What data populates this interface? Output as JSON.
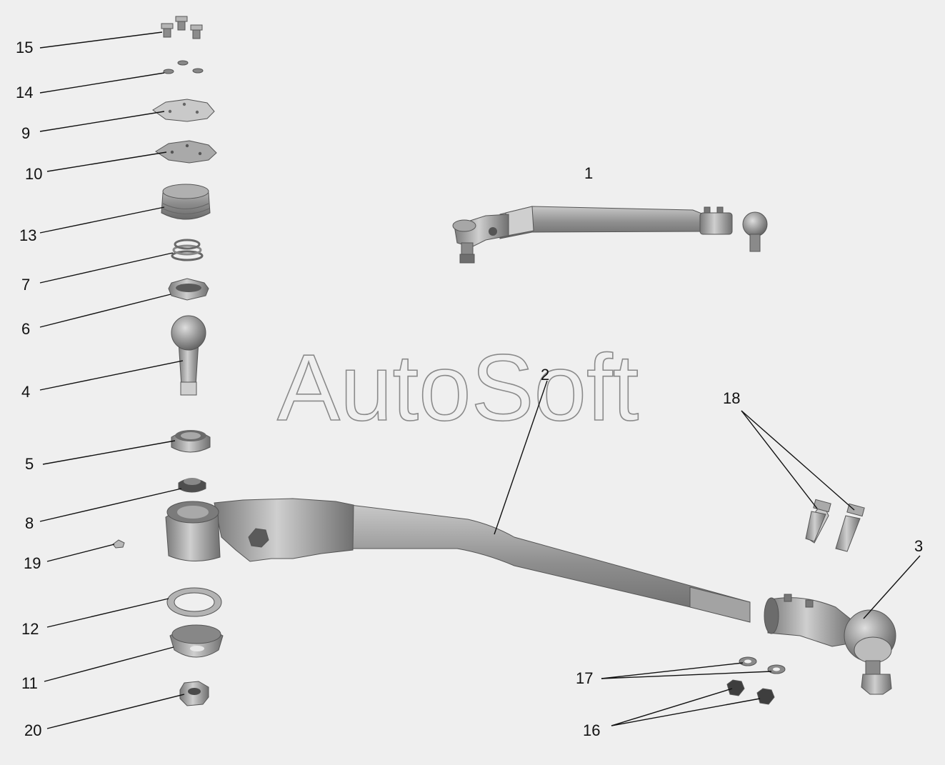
{
  "watermark": "AutoSoft",
  "callouts": [
    {
      "id": "c15",
      "number": "15"
    },
    {
      "id": "c14",
      "number": "14"
    },
    {
      "id": "c9",
      "number": "9"
    },
    {
      "id": "c10",
      "number": "10"
    },
    {
      "id": "c13",
      "number": "13"
    },
    {
      "id": "c7",
      "number": "7"
    },
    {
      "id": "c6",
      "number": "6"
    },
    {
      "id": "c4",
      "number": "4"
    },
    {
      "id": "c5",
      "number": "5"
    },
    {
      "id": "c8",
      "number": "8"
    },
    {
      "id": "c19",
      "number": "19"
    },
    {
      "id": "c12",
      "number": "12"
    },
    {
      "id": "c11",
      "number": "11"
    },
    {
      "id": "c20",
      "number": "20"
    },
    {
      "id": "c1",
      "number": "1"
    },
    {
      "id": "c2",
      "number": "2"
    },
    {
      "id": "c18",
      "number": "18"
    },
    {
      "id": "c3",
      "number": "3"
    },
    {
      "id": "c17",
      "number": "17"
    },
    {
      "id": "c16",
      "number": "16"
    }
  ],
  "colors": {
    "background": "#efefef",
    "part_grey": "#9a9a9a",
    "part_dark": "#6f6f6f",
    "part_light": "#c4c4c4"
  }
}
